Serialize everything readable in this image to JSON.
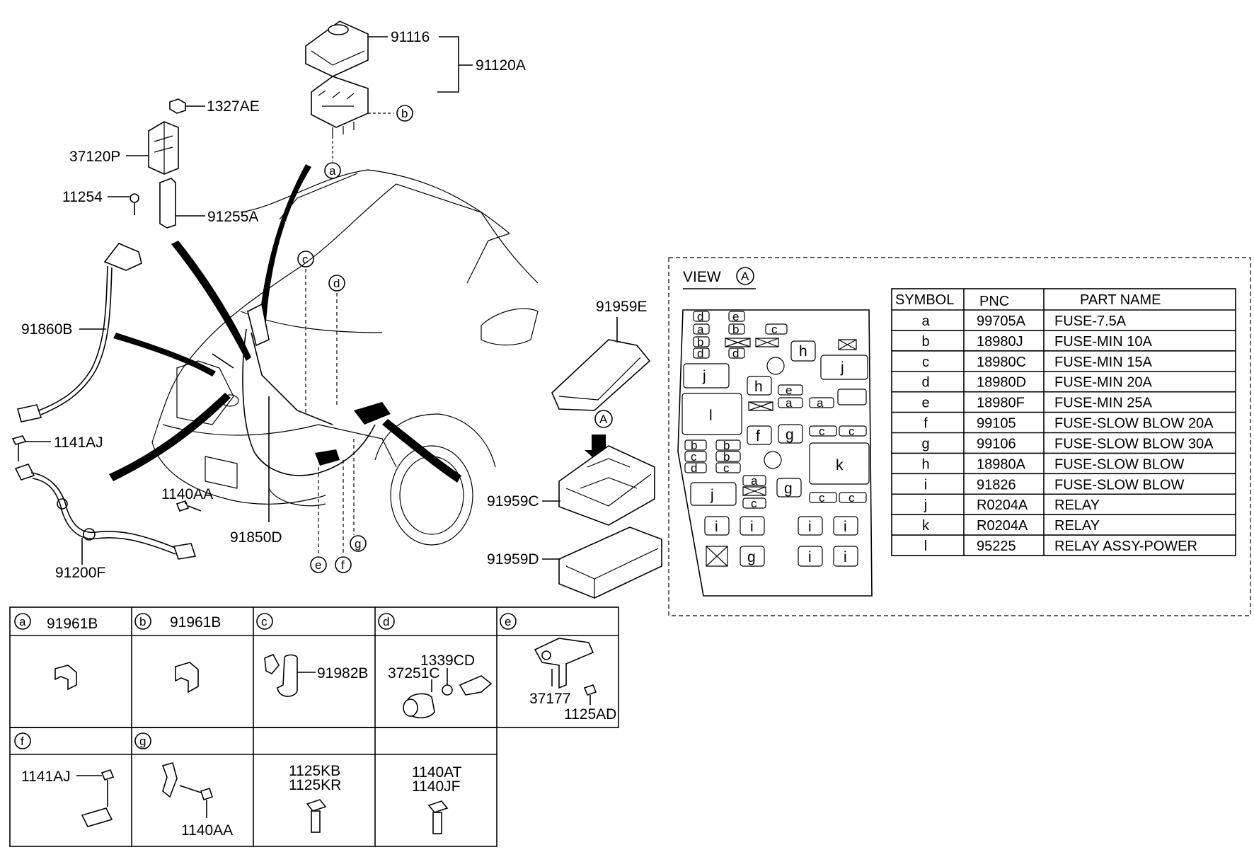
{
  "diagram": {
    "part_labels": [
      "91116",
      "91120A",
      "1327AE",
      "37120P",
      "11254",
      "91255A",
      "91860B",
      "1141AJ",
      "1140AA",
      "91850D",
      "91200F",
      "91959E",
      "91959C",
      "91959D"
    ],
    "callouts": [
      "a",
      "b",
      "c",
      "d",
      "e",
      "f",
      "g"
    ],
    "view_marker": "A",
    "view_title": "VIEW",
    "view_circle": "A"
  },
  "fuse_box": {
    "cells": [
      "d",
      "e",
      "a",
      "b",
      "c",
      "b",
      "d",
      "d",
      "h",
      "j",
      "j",
      "h",
      "e",
      "a",
      "a",
      "l",
      "f",
      "g",
      "c",
      "c",
      "b",
      "b",
      "c",
      "b",
      "d",
      "c",
      "k",
      "a",
      "g",
      "j",
      "c",
      "c",
      "c",
      "i",
      "i",
      "i",
      "i",
      "g",
      "i",
      "i"
    ]
  },
  "parts_table": {
    "headers": [
      "SYMBOL",
      "PNC",
      "PART NAME"
    ],
    "rows": [
      [
        "a",
        "99705A",
        "FUSE-7.5A"
      ],
      [
        "b",
        "18980J",
        "FUSE-MIN 10A"
      ],
      [
        "c",
        "18980C",
        "FUSE-MIN 15A"
      ],
      [
        "d",
        "18980D",
        "FUSE-MIN 20A"
      ],
      [
        "e",
        "18980F",
        "FUSE-MIN 25A"
      ],
      [
        "f",
        "99105",
        "FUSE-SLOW BLOW 20A"
      ],
      [
        "g",
        "99106",
        "FUSE-SLOW BLOW 30A"
      ],
      [
        "h",
        "18980A",
        "FUSE-SLOW BLOW"
      ],
      [
        "i",
        "91826",
        "FUSE-SLOW BLOW"
      ],
      [
        "j",
        "R0204A",
        "RELAY"
      ],
      [
        "k",
        "R0204A",
        "RELAY"
      ],
      [
        "l",
        "95225",
        "RELAY ASSY-POWER"
      ]
    ]
  },
  "detail_grid": {
    "cells": [
      {
        "symbol": "a",
        "header": "91961B",
        "labels": []
      },
      {
        "symbol": "b",
        "header": "91961B",
        "labels": []
      },
      {
        "symbol": "c",
        "header": "",
        "labels": [
          "91982B"
        ]
      },
      {
        "symbol": "d",
        "header": "",
        "labels": [
          "1339CD",
          "37251C"
        ]
      },
      {
        "symbol": "e",
        "header": "",
        "labels": [
          "37177",
          "1125AD"
        ]
      },
      {
        "symbol": "f",
        "header": "",
        "labels": [
          "1141AJ"
        ]
      },
      {
        "symbol": "g",
        "header": "",
        "labels": [
          "1140AA"
        ]
      },
      {
        "symbol": "",
        "header": "",
        "labels": [
          "1125KB",
          "1125KR"
        ]
      },
      {
        "symbol": "",
        "header": "",
        "labels": [
          "1140AT",
          "1140JF"
        ]
      }
    ]
  }
}
